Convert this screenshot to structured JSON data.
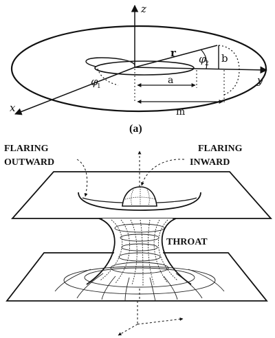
{
  "panel_a": {
    "labels": {
      "z": "z",
      "y": "y",
      "x": "x",
      "r": "r",
      "b": "b",
      "a": "a",
      "m": "m",
      "phi1": "φ",
      "phi1_sub": "1",
      "phi2": "φ",
      "phi2_sub": "2"
    },
    "caption": "(a)"
  },
  "panel_b": {
    "flaring_outward_line1": "FLARING",
    "flaring_outward_line2": "OUTWARD",
    "flaring_inward_line1": "FLARING",
    "flaring_inward_line2": "INWARD",
    "throat": "THROAT"
  }
}
